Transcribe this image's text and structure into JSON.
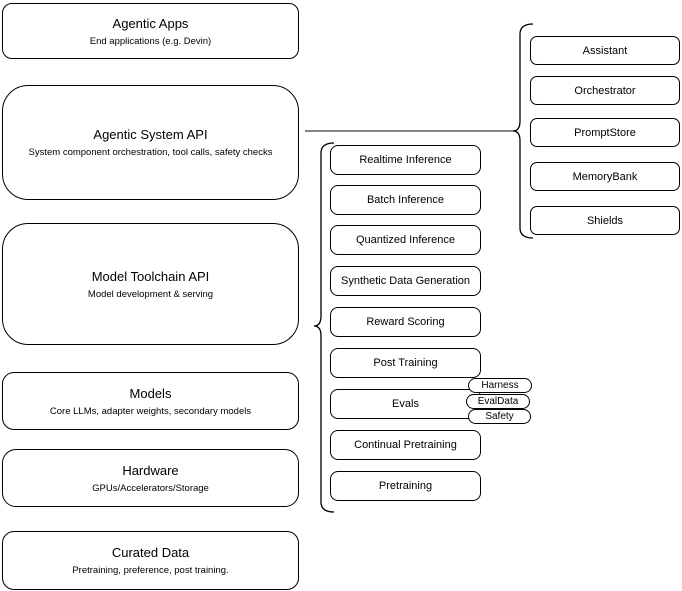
{
  "colors": {
    "stroke": "#000000",
    "connector": "#5a5a5a",
    "background": "#ffffff",
    "text": "#000000"
  },
  "left_stack": [
    {
      "title": "Agentic Apps",
      "subtitle": "End applications (e.g. Devin)"
    },
    {
      "title": "Agentic System API",
      "subtitle": "System component orchestration, tool calls, safety checks"
    },
    {
      "title": "Model Toolchain API",
      "subtitle": "Model development & serving"
    },
    {
      "title": "Models",
      "subtitle": "Core LLMs, adapter weights, secondary models"
    },
    {
      "title": "Hardware",
      "subtitle": "GPUs/Accelerators/Storage"
    },
    {
      "title": "Curated Data",
      "subtitle": "Pretraining, preference, post training."
    }
  ],
  "toolchain_services": [
    "Realtime Inference",
    "Batch Inference",
    "Quantized Inference",
    "Synthetic Data Generation",
    "Reward Scoring",
    "Post Training",
    "Evals",
    "Continual Pretraining",
    "Pretraining"
  ],
  "eval_components": [
    "Harness",
    "EvalData",
    "Safety"
  ],
  "system_components": [
    "Assistant",
    "Orchestrator",
    "PromptStore",
    "MemoryBank",
    "Shields"
  ]
}
